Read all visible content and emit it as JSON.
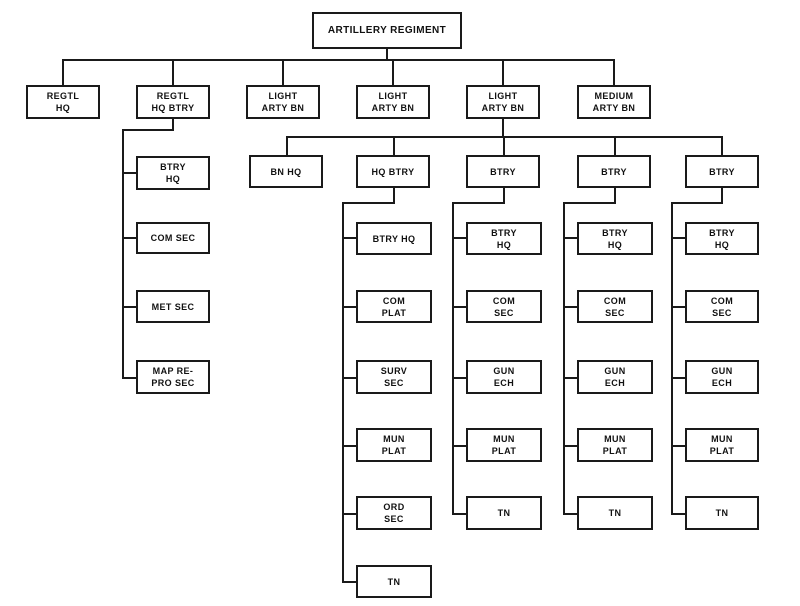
{
  "org_chart": {
    "root": "ARTILLERY REGIMENT",
    "regiment_units": [
      "REGTL\nHQ",
      "REGTL\nHQ BTRY",
      "LIGHT\nARTY BN",
      "LIGHT\nARTY BN",
      "LIGHT\nARTY BN",
      "MEDIUM\nARTY BN"
    ],
    "hq_btry_sections": [
      "BTRY\nHQ",
      "COM SEC",
      "MET SEC",
      "MAP RE-\nPRO SEC"
    ],
    "battalion_units": [
      "BN HQ",
      "HQ BTRY",
      "BTRY",
      "BTRY",
      "BTRY"
    ],
    "bn_hq_btry_sections": [
      "BTRY HQ",
      "COM\nPLAT",
      "SURV\nSEC",
      "MUN\nPLAT",
      "ORD\nSEC",
      "TN"
    ],
    "btry_sections_1": [
      "BTRY\nHQ",
      "COM\nSEC",
      "GUN\nECH",
      "MUN\nPLAT",
      "TN"
    ],
    "btry_sections_2": [
      "BTRY\nHQ",
      "COM\nSEC",
      "GUN\nECH",
      "MUN\nPLAT",
      "TN"
    ],
    "btry_sections_3": [
      "BTRY\nHQ",
      "COM\nSEC",
      "GUN\nECH",
      "MUN\nPLAT",
      "TN"
    ]
  }
}
